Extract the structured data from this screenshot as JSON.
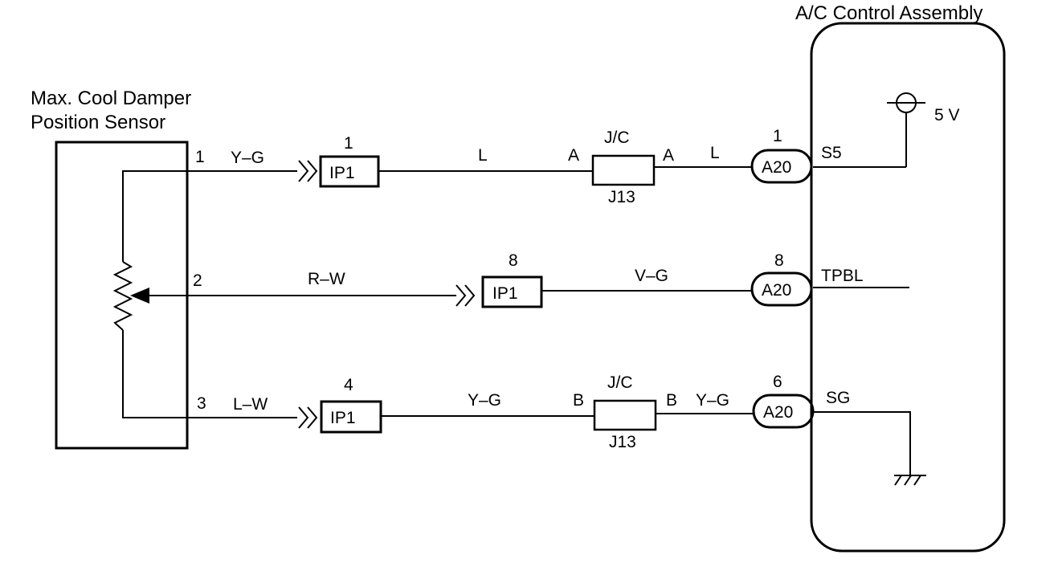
{
  "sensor": {
    "title_line1": "Max. Cool Damper",
    "title_line2": "Position Sensor",
    "pins": [
      "1",
      "2",
      "3"
    ]
  },
  "control": {
    "title": "A/C Control Assembly",
    "voltage": "5 V",
    "terminals": [
      "S5",
      "TPBL",
      "SG"
    ]
  },
  "wires": {
    "w1_sensor": "Y–G",
    "w1_mid": "L",
    "w1_end": "L",
    "w2_sensor": "R–W",
    "w2_mid": "V–G",
    "w3_sensor": "L–W",
    "w3_mid": "Y–G",
    "w3_end": "Y–G"
  },
  "connectors": {
    "ip1_label": "IP1",
    "ip1_pins": [
      "1",
      "8",
      "4"
    ],
    "a20_label": "A20",
    "a20_pins": [
      "1",
      "8",
      "6"
    ]
  },
  "junction": {
    "title": "J/C",
    "name": "J13",
    "top_pin": "A",
    "bottom_pin": "B"
  }
}
